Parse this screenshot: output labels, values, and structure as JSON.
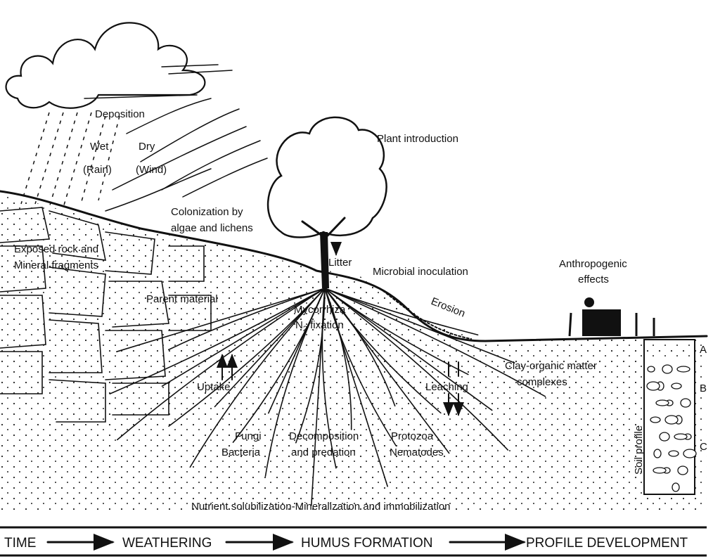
{
  "labels": {
    "deposition": "Deposition",
    "wet": "Wet",
    "rain": "(Rain)",
    "dry": "Dry",
    "wind": "(Wind)",
    "plant_introduction": "Plant introduction",
    "colonization_1": "Colonization by",
    "colonization_2": "algae and lichens",
    "exposed_rock_1": "Exposed rock and",
    "exposed_rock_2": "Mineral fragments",
    "litter": "Litter",
    "microbial_inoculation": "Microbial inoculation",
    "anthropogenic_1": "Anthropogenic",
    "anthropogenic_2": "effects",
    "parent_material": "Parent material",
    "mycorrhiza": "Mycorrhiza",
    "n2_fixation": "N",
    "n2_sub": "2",
    "n2_fixation_rest": " fixation",
    "erosion": "Erosion",
    "clay_1": "Clay-organic matter",
    "clay_2": "complexes",
    "uptake": "Uptake",
    "leaching": "Leaching",
    "fungi": "Fungi",
    "bacteria": "Bacteria",
    "decomp_1": "Decomposition",
    "decomp_2": "and predation",
    "protozoa": "Protozoa",
    "nematodes": "Nematodes",
    "nutrient": "Nutrient solubilization-Mineralization and immobilization",
    "soil_profile": "Soil profile",
    "horizon_a": "A",
    "horizon_b": "B",
    "horizon_c": "C"
  },
  "timeline": {
    "time": "TIME",
    "weathering": "WEATHERING",
    "humus": "HUMUS FORMATION",
    "profile": "PROFILE DEVELOPMENT"
  }
}
